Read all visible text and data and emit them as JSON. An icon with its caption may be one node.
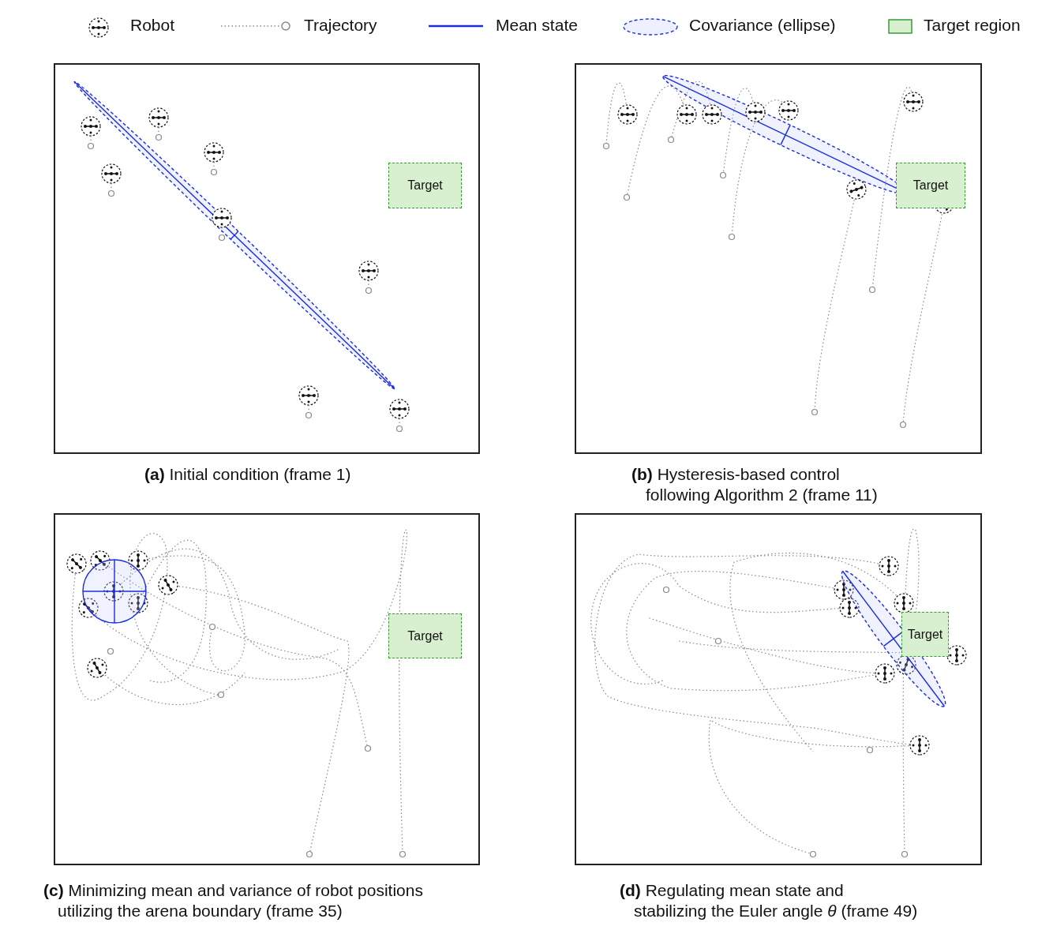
{
  "diagram": {
    "nodes": [
      {
        "text": [],
        "shape": "box",
        "beside": [
          "**(a)** Initial condition (frame 1)"
        ]
      },
      {
        "text": [
          "Target"
        ],
        "in": 0
      },
      {
        "text": [],
        "shape": "box",
        "beside": [
          "**(b)** Hysteresis-based control following Algorithm 2 (frame 11)"
        ]
      },
      {
        "text": [
          "Target"
        ],
        "in": 2
      },
      {
        "text": [],
        "shape": "box",
        "beside": [
          "**(c)** Minimizing mean and variance of robot positions utilizing the arena boundary (frame 35)"
        ]
      },
      {
        "text": [
          "Target"
        ],
        "in": 4
      },
      {
        "text": [],
        "shape": "box",
        "beside": [
          "**(d)** Regulating mean state and stabilizing the Euler angle *θ* (frame 49)"
        ]
      },
      {
        "text": [
          "Target"
        ],
        "in": 6
      }
    ],
    "edges": [],
    "legend": [
      {
        "text": "Robot"
      },
      {
        "text": "Trajectory"
      },
      {
        "text": "Mean state"
      },
      {
        "text": "Covariance (ellipse)"
      },
      {
        "text": "Target region",
        "color": "#d8f0cf"
      }
    ]
  }
}
